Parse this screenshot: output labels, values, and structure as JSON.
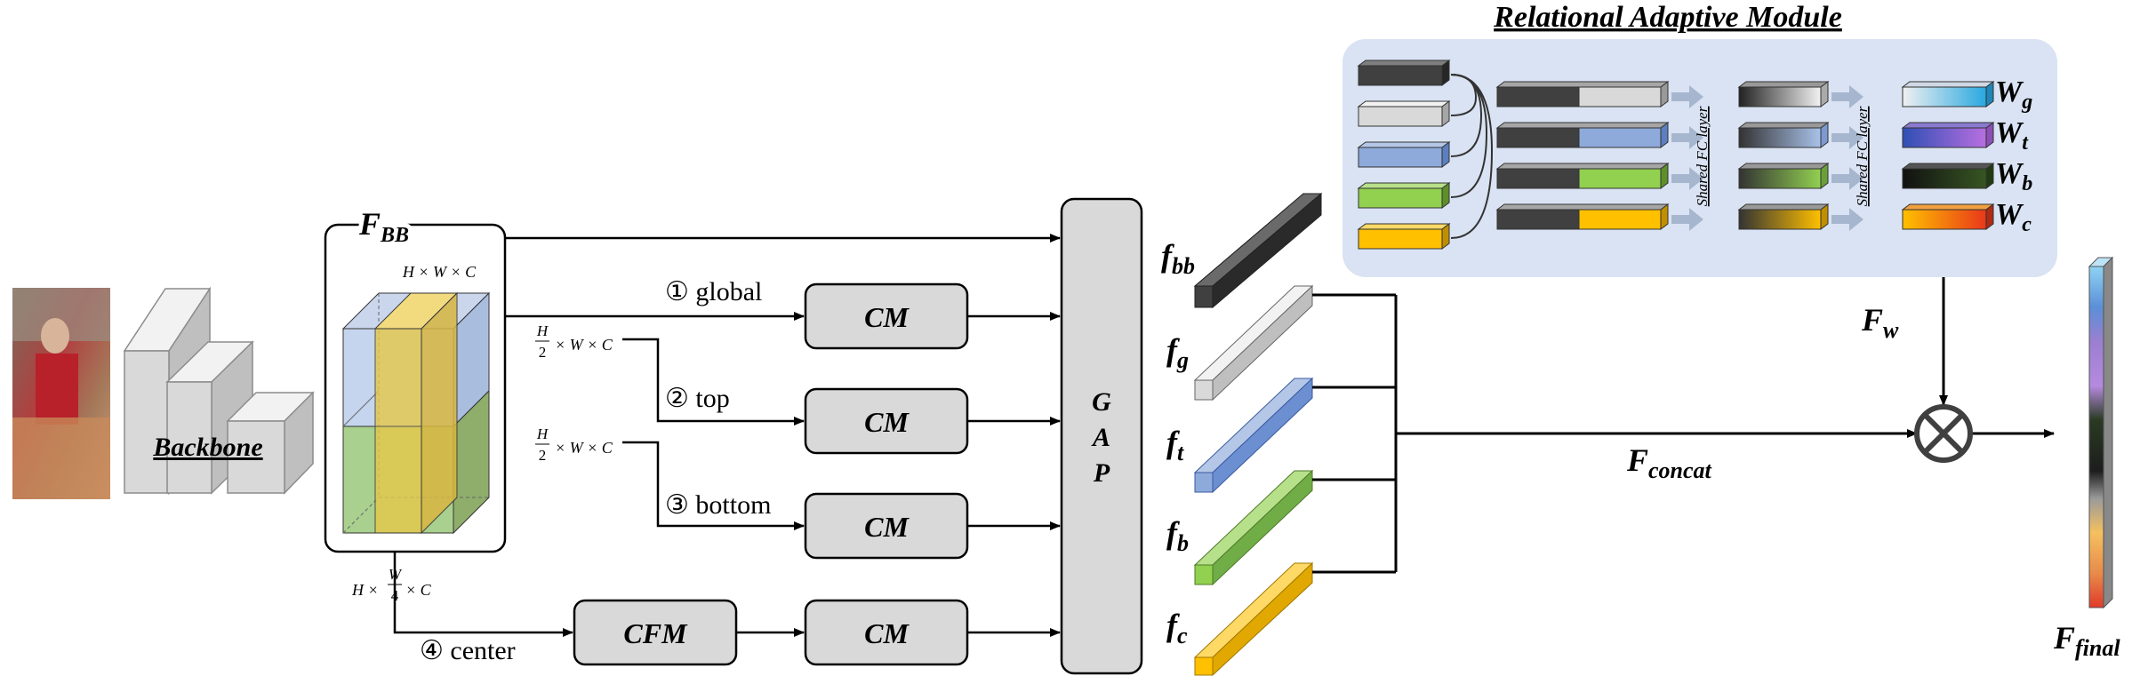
{
  "backbone": {
    "label": "Backbone"
  },
  "fbb": {
    "label": "F",
    "sub": "BB",
    "dim_full": "H × W × C"
  },
  "branches": {
    "global": {
      "label": "① global"
    },
    "top": {
      "label": "② top",
      "dim": {
        "num": "H",
        "den": "2",
        "rest": "× W × C"
      }
    },
    "bottom": {
      "label": "③ bottom",
      "dim": {
        "num": "H",
        "den": "2",
        "rest": "× W × C"
      }
    },
    "center": {
      "label": "④ center",
      "dim": {
        "pre": "H ×",
        "num": "W",
        "den": "4",
        "rest": "× C"
      }
    }
  },
  "modules": {
    "cm": "CM",
    "cfm": "CFM",
    "gap": [
      "G",
      "A",
      "P"
    ]
  },
  "features": [
    {
      "name": "f",
      "sub": "bb"
    },
    {
      "name": "f",
      "sub": "g"
    },
    {
      "name": "f",
      "sub": "t"
    },
    {
      "name": "f",
      "sub": "b"
    },
    {
      "name": "f",
      "sub": "c"
    }
  ],
  "concat": {
    "name": "F",
    "sub": "concat"
  },
  "ram": {
    "title": "Relational Adaptive Module",
    "shared_fc": "Shared FC layer",
    "weights": [
      {
        "name": "W",
        "sub": "g"
      },
      {
        "name": "W",
        "sub": "t"
      },
      {
        "name": "W",
        "sub": "b"
      },
      {
        "name": "W",
        "sub": "c"
      }
    ]
  },
  "fw": {
    "name": "F",
    "sub": "w"
  },
  "final": {
    "name": "F",
    "sub": "final"
  },
  "colors": {
    "dark": "#4d4d4d",
    "light": "#d9d9d9",
    "blue": "#8eaadb",
    "green": "#92d050",
    "yellow": "#ffc000",
    "panel": "#dae3f3",
    "box": "#d9d9d9"
  }
}
